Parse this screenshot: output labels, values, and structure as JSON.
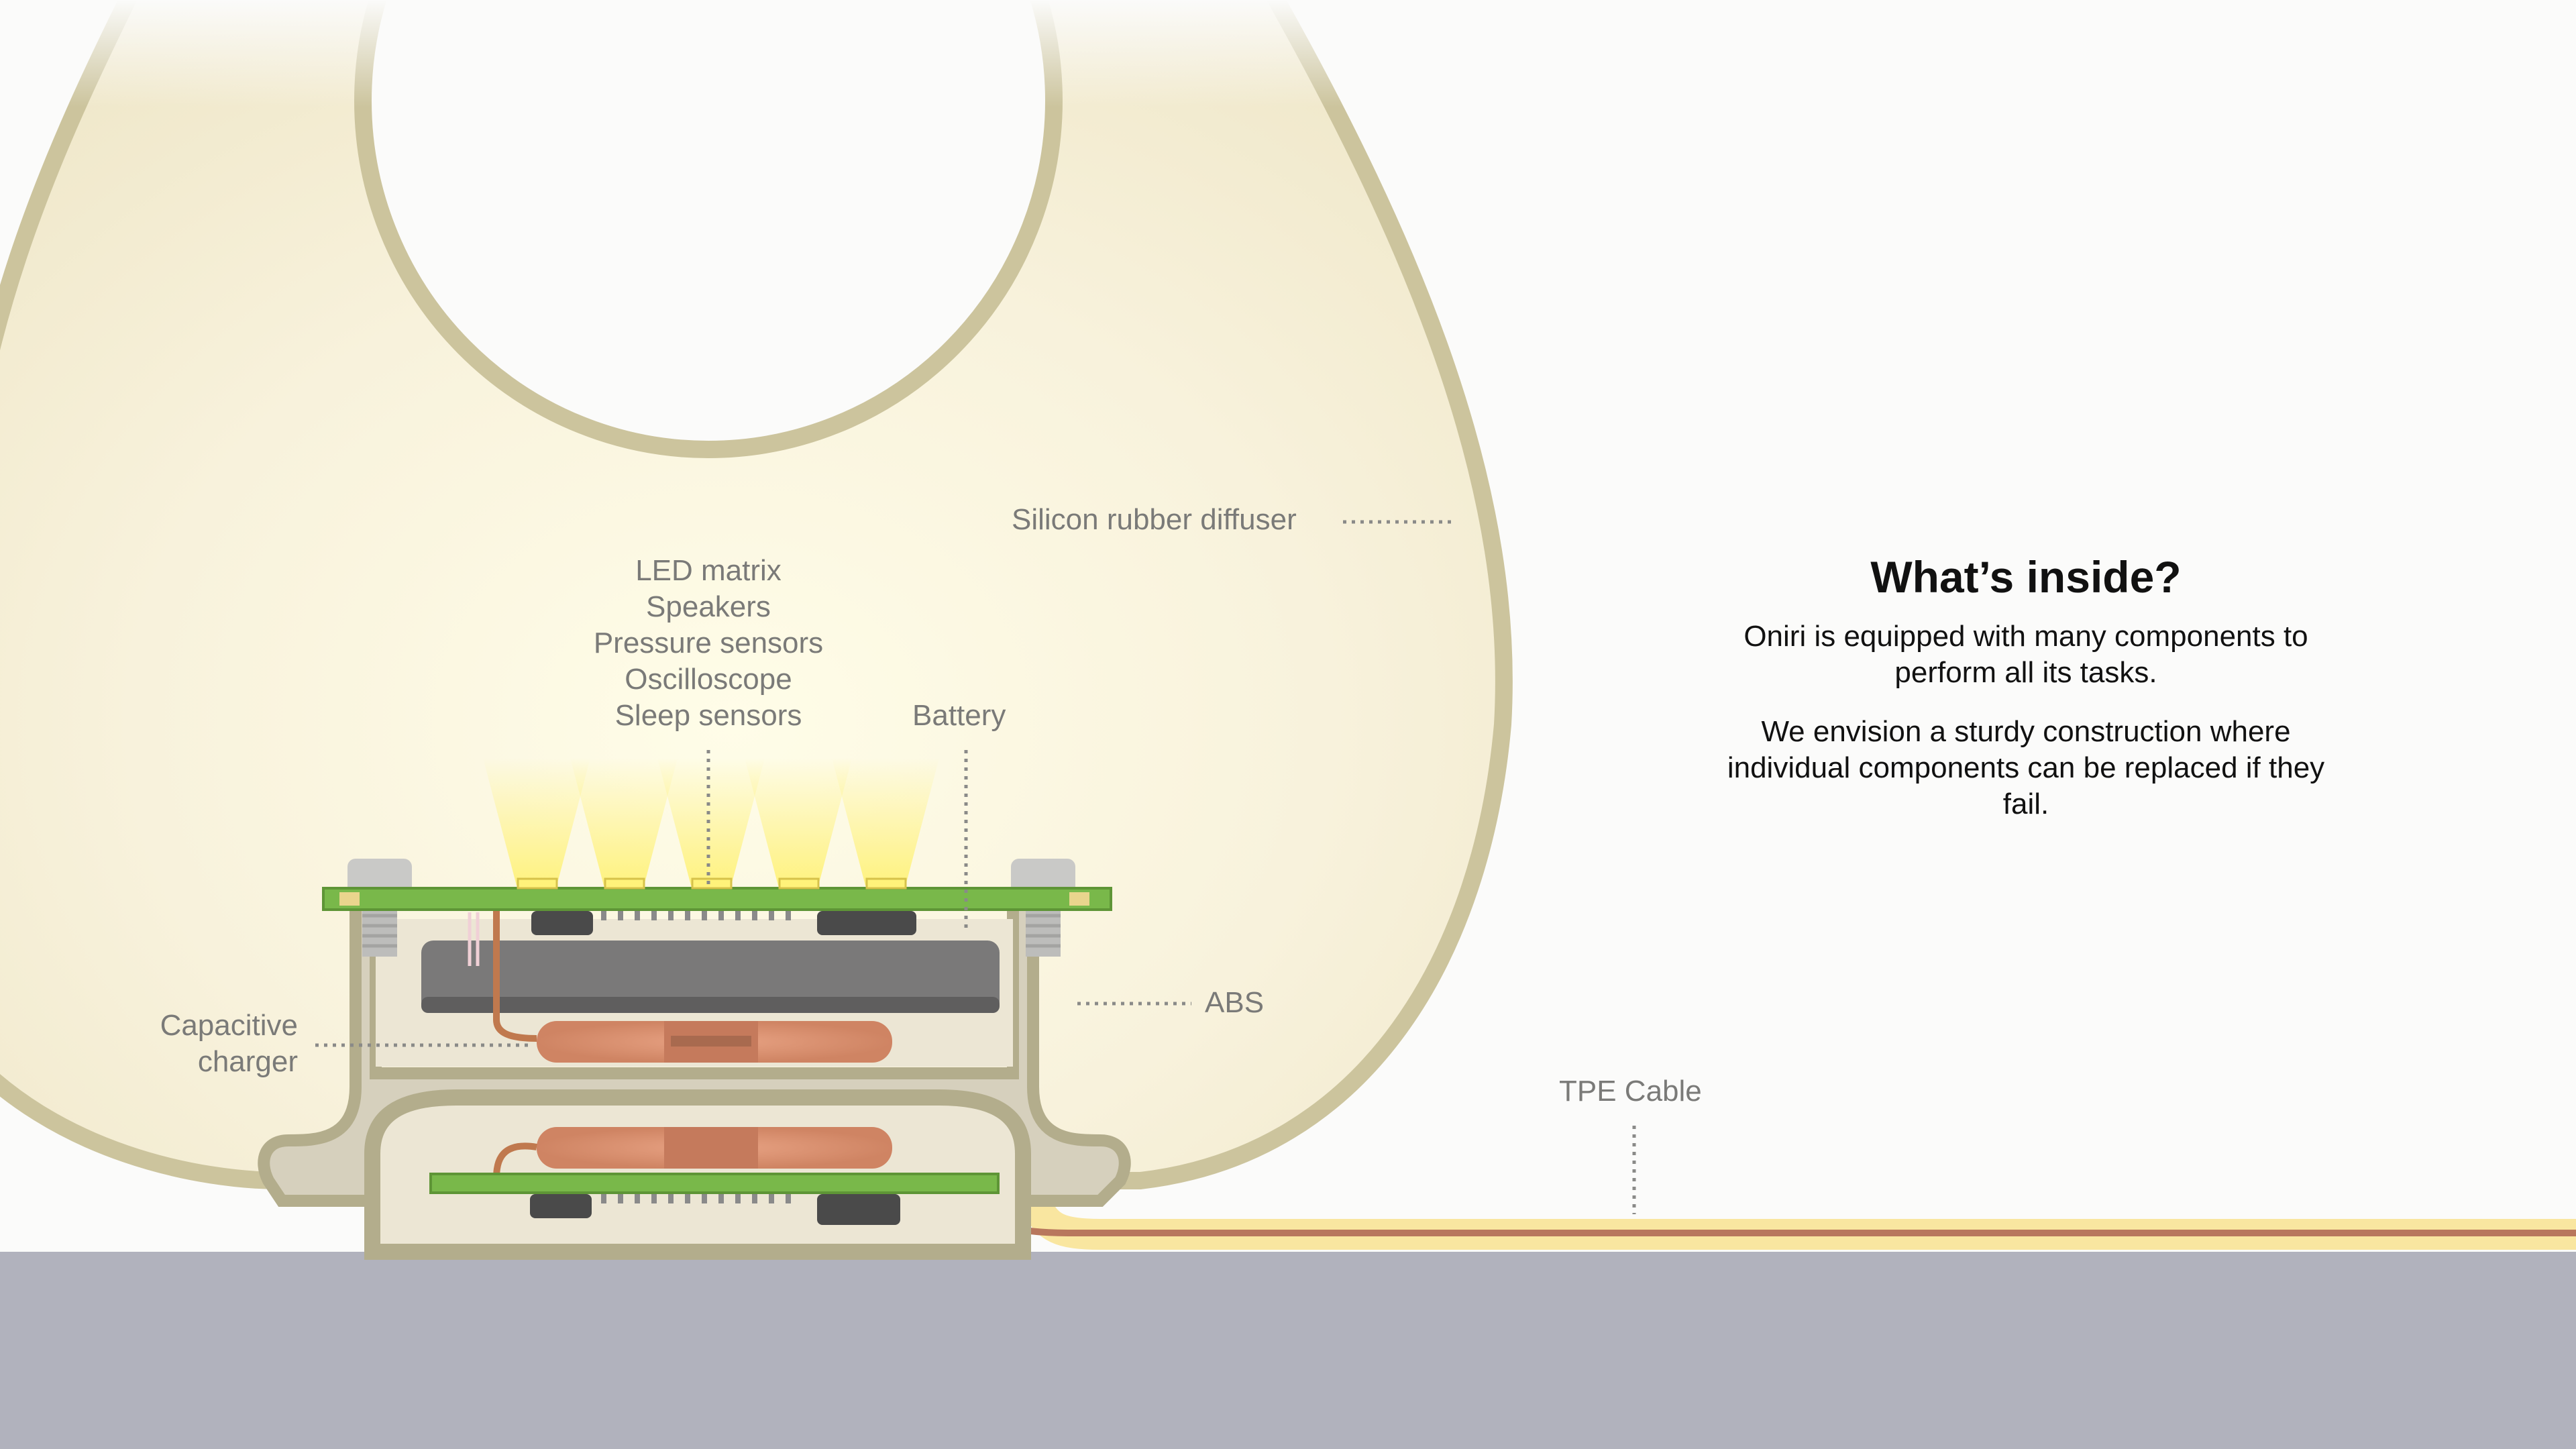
{
  "labels": {
    "diffuser": "Silicon rubber diffuser",
    "top_stack": [
      "LED matrix",
      "Speakers",
      "Pressure sensors",
      "Oscilloscope",
      "Sleep sensors"
    ],
    "battery": "Battery",
    "abs": "ABS",
    "charger": [
      "Capacitive",
      "charger"
    ],
    "cable": "TPE Cable"
  },
  "info": {
    "heading": "What’s inside?",
    "paragraph_1": "Oniri is equipped with many components to perform all its tasks.",
    "paragraph_2": "We envision a sturdy construction where individual components can be replaced if they fail."
  },
  "colors": {
    "diffuser_fill": "#f5f0df",
    "diffuser_outline": "#ccc49d",
    "abs": "#d6d0bd",
    "abs_outline": "#b3ad8c",
    "pcb": "#79b84a",
    "battery": "#7a7979",
    "coil": "#d98f6b",
    "led_glow": "#fff27a",
    "cable": "#f9e6a0",
    "cable_core": "#b8775d",
    "floor": "#b1b2bd"
  }
}
